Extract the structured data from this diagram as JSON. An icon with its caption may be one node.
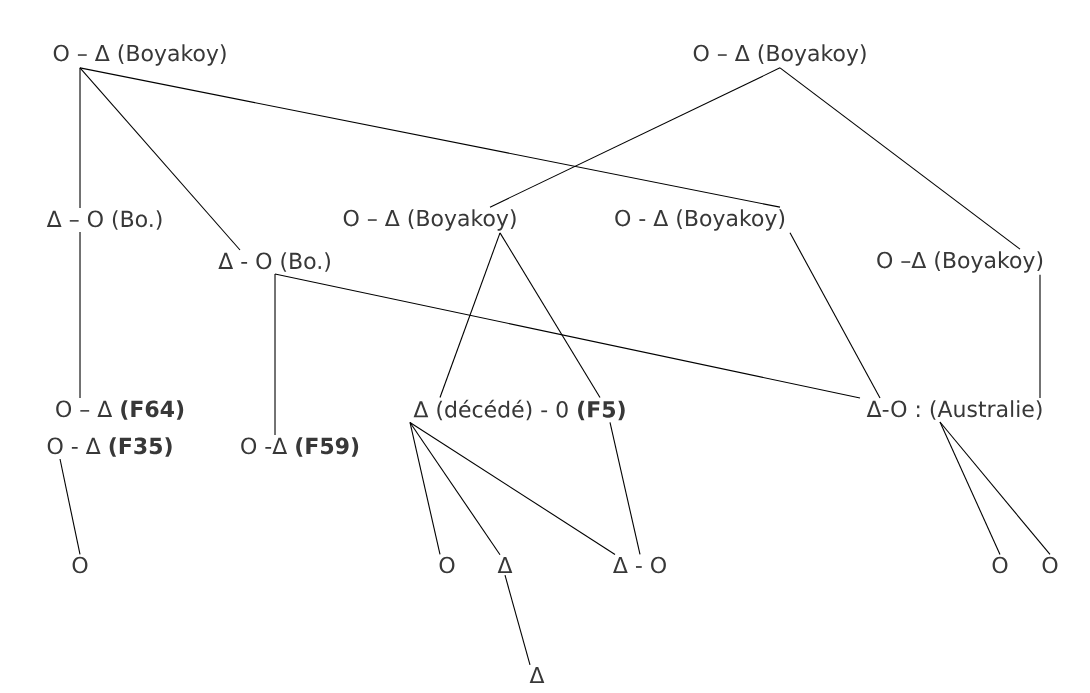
{
  "diagram": {
    "nodes": [
      {
        "text": [
          "O – Δ (Boyakoy)"
        ]
      },
      {
        "text": [
          "O – Δ (Boyakoy)"
        ]
      },
      {
        "text": [
          "Δ – O (Bo.)"
        ]
      },
      {
        "text": [
          "O – Δ (Boyakoy)"
        ]
      },
      {
        "text": [
          "O - Δ (Boyakoy)"
        ]
      },
      {
        "text": [
          "O –Δ (Boyakoy)"
        ]
      },
      {
        "text": [
          "Δ - O (Bo.)"
        ]
      },
      {
        "text": [
          "O – Δ **(F64)**"
        ]
      },
      {
        "text": [
          "Δ (décédé) - 0 **(F5)**"
        ]
      },
      {
        "text": [
          "Δ-O : (Australie)"
        ]
      },
      {
        "text": [
          "O - Δ **(F35)**"
        ]
      },
      {
        "text": [
          "O -Δ **(F59)**"
        ]
      },
      {
        "text": [
          "O"
        ]
      },
      {
        "text": [
          "O"
        ]
      },
      {
        "text": [
          "Δ"
        ]
      },
      {
        "text": [
          "Δ - O"
        ]
      },
      {
        "text": [
          "O"
        ]
      },
      {
        "text": [
          "O"
        ]
      },
      {
        "text": [
          "Δ"
        ]
      }
    ],
    "edges": [
      {
        "from": 0,
        "to": 2,
        "arrow": "none"
      },
      {
        "from": 0,
        "to": 6,
        "arrow": "none"
      },
      {
        "from": 0,
        "to": 4,
        "arrow": "none"
      },
      {
        "from": 1,
        "to": 3,
        "arrow": "none"
      },
      {
        "from": 1,
        "to": 5,
        "arrow": "none"
      },
      {
        "from": 2,
        "to": 7,
        "arrow": "none"
      },
      {
        "from": 6,
        "to": 11,
        "arrow": "none"
      },
      {
        "from": 6,
        "to": 9,
        "arrow": "none"
      },
      {
        "from": 3,
        "to": 8,
        "arrow": "none"
      },
      {
        "from": 3,
        "to": 8,
        "arrow": "none"
      },
      {
        "from": 4,
        "to": 9,
        "arrow": "none"
      },
      {
        "from": 5,
        "to": 9,
        "arrow": "none"
      },
      {
        "from": 10,
        "to": 12,
        "arrow": "none"
      },
      {
        "from": 8,
        "to": 13,
        "arrow": "none"
      },
      {
        "from": 8,
        "to": 14,
        "arrow": "none"
      },
      {
        "from": 8,
        "to": 15,
        "arrow": "none"
      },
      {
        "from": 8,
        "to": 15,
        "arrow": "none"
      },
      {
        "from": 9,
        "to": 16,
        "arrow": "none"
      },
      {
        "from": 9,
        "to": 17,
        "arrow": "none"
      },
      {
        "from": 14,
        "to": 18,
        "arrow": "none"
      }
    ]
  }
}
